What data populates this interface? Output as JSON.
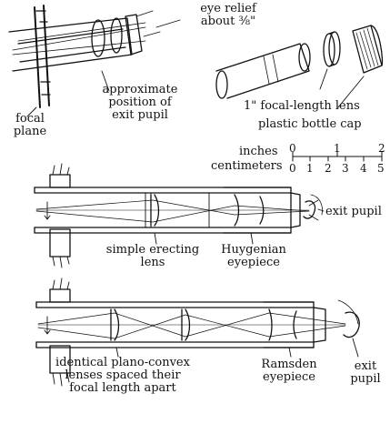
{
  "labels": {
    "eye_relief": "eye relief\nabout ³⁄₈\"",
    "exit_pupil_position": "approximate\nposition of\nexit pupil",
    "focal_plane": "focal\nplane",
    "focal_length_lens": "1\" focal-length lens",
    "bottle_cap": "plastic bottle cap",
    "inches": "inches",
    "centimeters": "centimeters",
    "erecting_lens": "simple erecting\nlens",
    "huygenian": "Huygenian\neyepiece",
    "exit_pupil_2": "exit pupil",
    "plano_convex": "identical plano-convex\nlenses spaced their\nfocal length apart",
    "ramsden": "Ramsden\neyepiece",
    "exit_pupil_3": "exit\npupil"
  },
  "scale": {
    "inch_ticks": [
      "0",
      "1",
      "2"
    ],
    "cm_ticks": [
      "0",
      "1",
      "2",
      "3",
      "4",
      "5"
    ]
  }
}
